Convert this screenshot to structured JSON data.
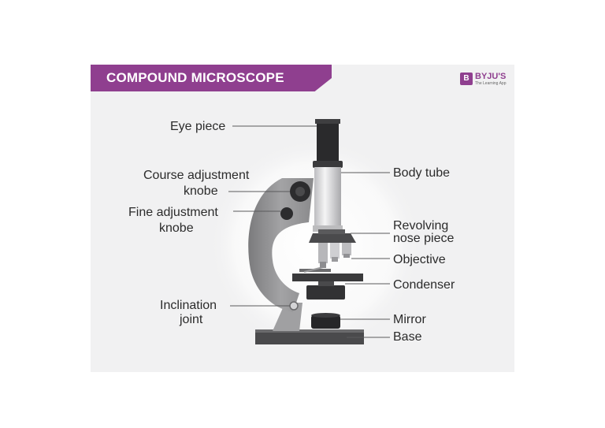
{
  "title": "COMPOUND MICROSCOPE",
  "brand": {
    "logo_mark": "B",
    "name": "BYJU'S",
    "tagline": "The Learning App"
  },
  "labels": {
    "eye_piece": "Eye piece",
    "course_adjustment_1": "Course adjustment",
    "course_adjustment_2": "knobe",
    "fine_adjustment_1": "Fine adjustment",
    "fine_adjustment_2": "knobe",
    "inclination_1": "Inclination",
    "inclination_2": "joint",
    "body_tube": "Body tube",
    "revolving_1": "Revolving",
    "revolving_2": "nose piece",
    "objective": "Objective",
    "condenser": "Condenser",
    "mirror": "Mirror",
    "base": "Base"
  },
  "colors": {
    "accent": "#8f3f8f",
    "card_background": "#f1f1f2",
    "arm": "#8c8c8e",
    "dark": "#2f2f31",
    "tube": "#d9d9db"
  }
}
